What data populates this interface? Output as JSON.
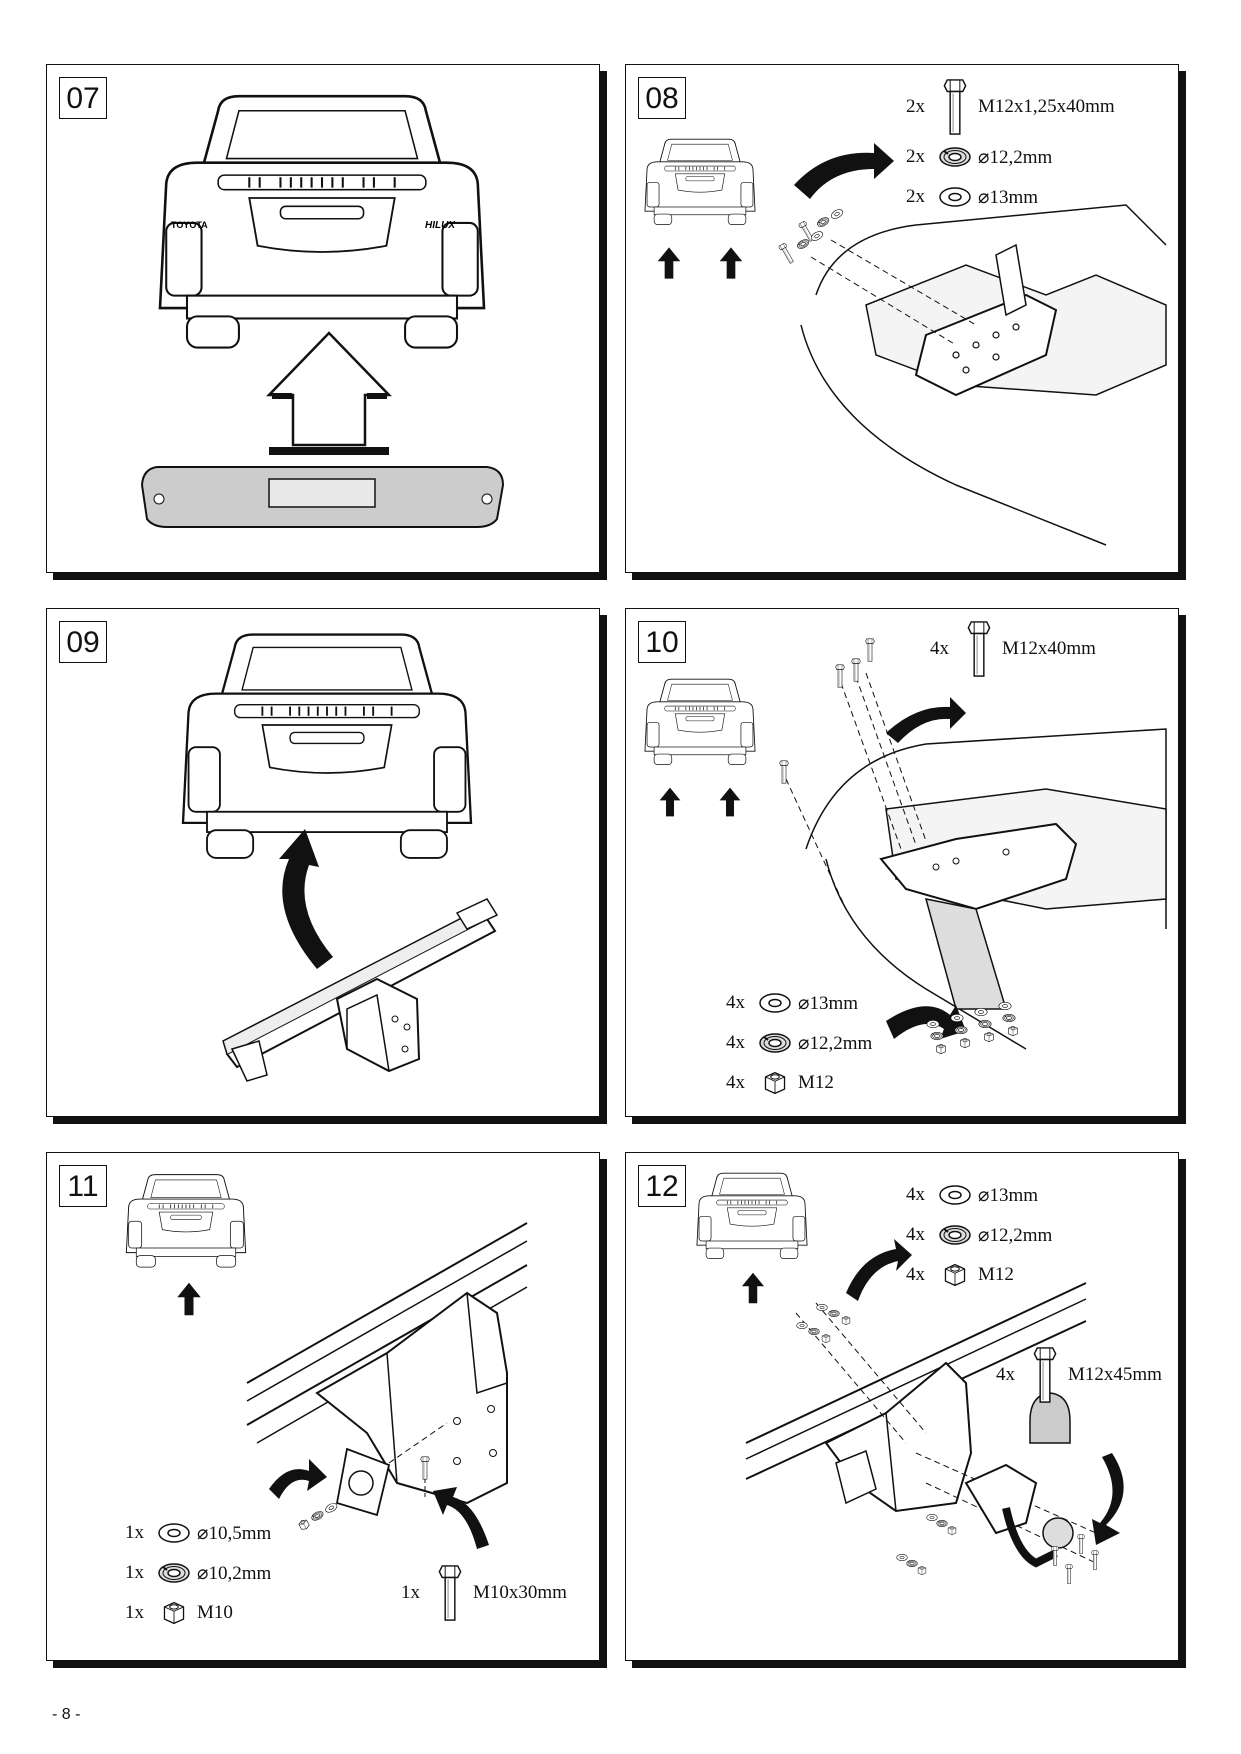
{
  "page_number": "- 8 -",
  "panels": [
    {
      "step": "07",
      "parts": []
    },
    {
      "step": "08",
      "parts": [
        {
          "qty": "2x",
          "icon": "bolt-icon",
          "spec": "M12x1,25x40mm"
        },
        {
          "qty": "2x",
          "icon": "spring-washer-icon",
          "spec": "⌀12,2mm"
        },
        {
          "qty": "2x",
          "icon": "washer-icon",
          "spec": "⌀13mm"
        }
      ]
    },
    {
      "step": "09",
      "parts": []
    },
    {
      "step": "10",
      "parts": [
        {
          "qty": "4x",
          "icon": "bolt-icon",
          "spec": "M12x40mm"
        },
        {
          "qty": "4x",
          "icon": "washer-icon",
          "spec": "⌀13mm"
        },
        {
          "qty": "4x",
          "icon": "spring-washer-icon",
          "spec": "⌀12,2mm"
        },
        {
          "qty": "4x",
          "icon": "nut-icon",
          "spec": "M12"
        }
      ]
    },
    {
      "step": "11",
      "parts": [
        {
          "qty": "1x",
          "icon": "washer-icon",
          "spec": "⌀10,5mm"
        },
        {
          "qty": "1x",
          "icon": "spring-washer-icon",
          "spec": "⌀10,2mm"
        },
        {
          "qty": "1x",
          "icon": "nut-icon",
          "spec": "M10"
        },
        {
          "qty": "1x",
          "icon": "bolt-icon",
          "spec": "M10x30mm"
        }
      ]
    },
    {
      "step": "12",
      "parts": [
        {
          "qty": "4x",
          "icon": "washer-icon",
          "spec": "⌀13mm"
        },
        {
          "qty": "4x",
          "icon": "spring-washer-icon",
          "spec": "⌀12,2mm"
        },
        {
          "qty": "4x",
          "icon": "nut-icon",
          "spec": "M12"
        },
        {
          "qty": "4x",
          "icon": "bolt-icon",
          "spec": "M12x45mm"
        }
      ]
    }
  ],
  "vehicle_badges": {
    "brand": "TOYOTA",
    "model": "HILUX"
  }
}
